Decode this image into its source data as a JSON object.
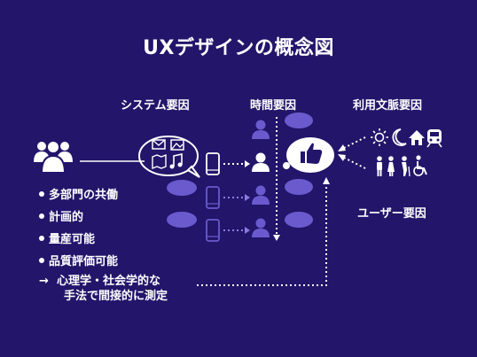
{
  "slide": {
    "title": "UXデザインの概念図",
    "headers": {
      "system": "システム要因",
      "time": "時間要因",
      "user_env": "利用文脈要因"
    },
    "user_factors": "ユーザー要因",
    "bullets": [
      "多部門の共働",
      "計画的",
      "量産可能",
      "品質評価可能"
    ],
    "conclusion": {
      "arrow": "→",
      "line1": "心理学・社会学的な",
      "line2": "手法で間接的に測定"
    },
    "colors": {
      "background": "#22156a",
      "bubble": "#6a5acd",
      "foreground": "#ffffff"
    },
    "icons": [
      "users-group-icon",
      "mail-icon",
      "image-icon",
      "map-icon",
      "music-icon",
      "smartphone-icon",
      "person-icon",
      "thumbs-up-icon",
      "sun-icon",
      "moon-icon",
      "house-icon",
      "train-icon",
      "man-icon",
      "woman-icon",
      "elderly-icon",
      "wheelchair-icon"
    ]
  }
}
